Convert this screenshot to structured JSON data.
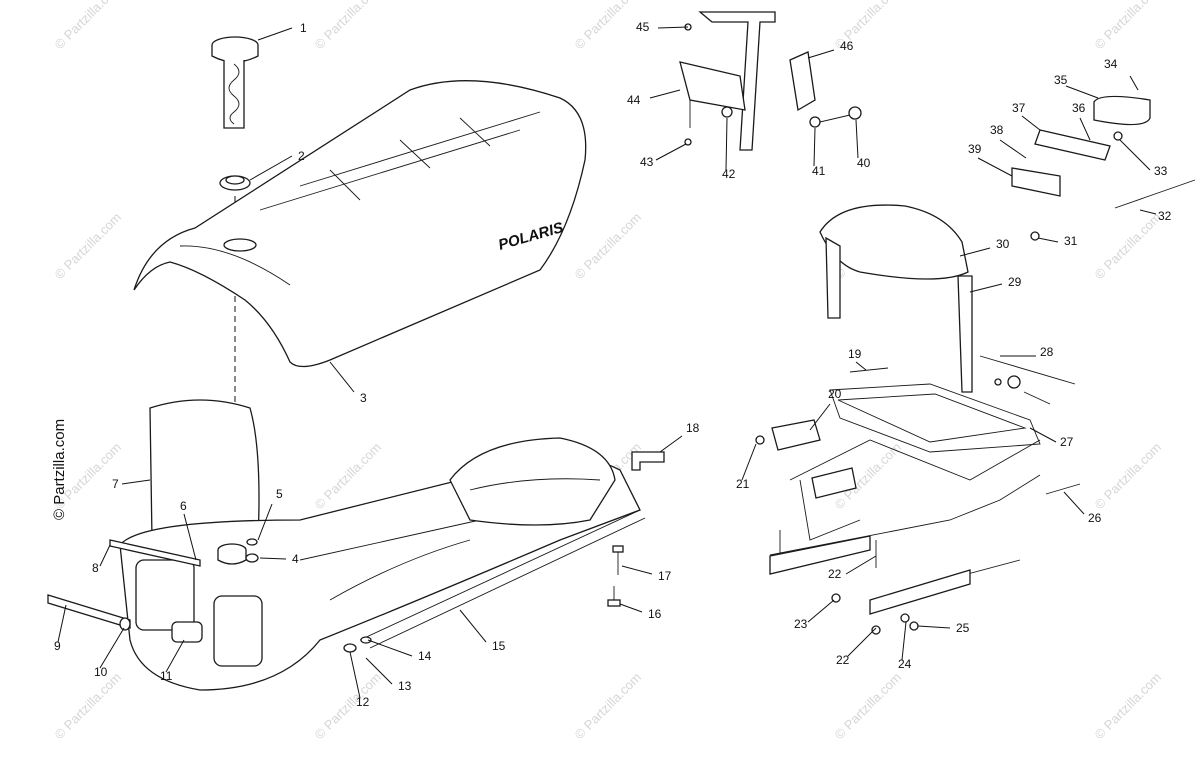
{
  "watermark": "© Partzilla.com",
  "side_watermark": "© Partzilla.com",
  "brand_text": "POLARIS",
  "callouts": [
    "1",
    "2",
    "3",
    "4",
    "5",
    "6",
    "7",
    "8",
    "9",
    "10",
    "11",
    "12",
    "13",
    "14",
    "15",
    "16",
    "17",
    "18",
    "19",
    "20",
    "21",
    "22",
    "22",
    "23",
    "24",
    "25",
    "26",
    "27",
    "28",
    "29",
    "30",
    "31",
    "32",
    "33",
    "34",
    "35",
    "36",
    "37",
    "38",
    "39",
    "40",
    "41",
    "42",
    "43",
    "44",
    "45",
    "46"
  ]
}
